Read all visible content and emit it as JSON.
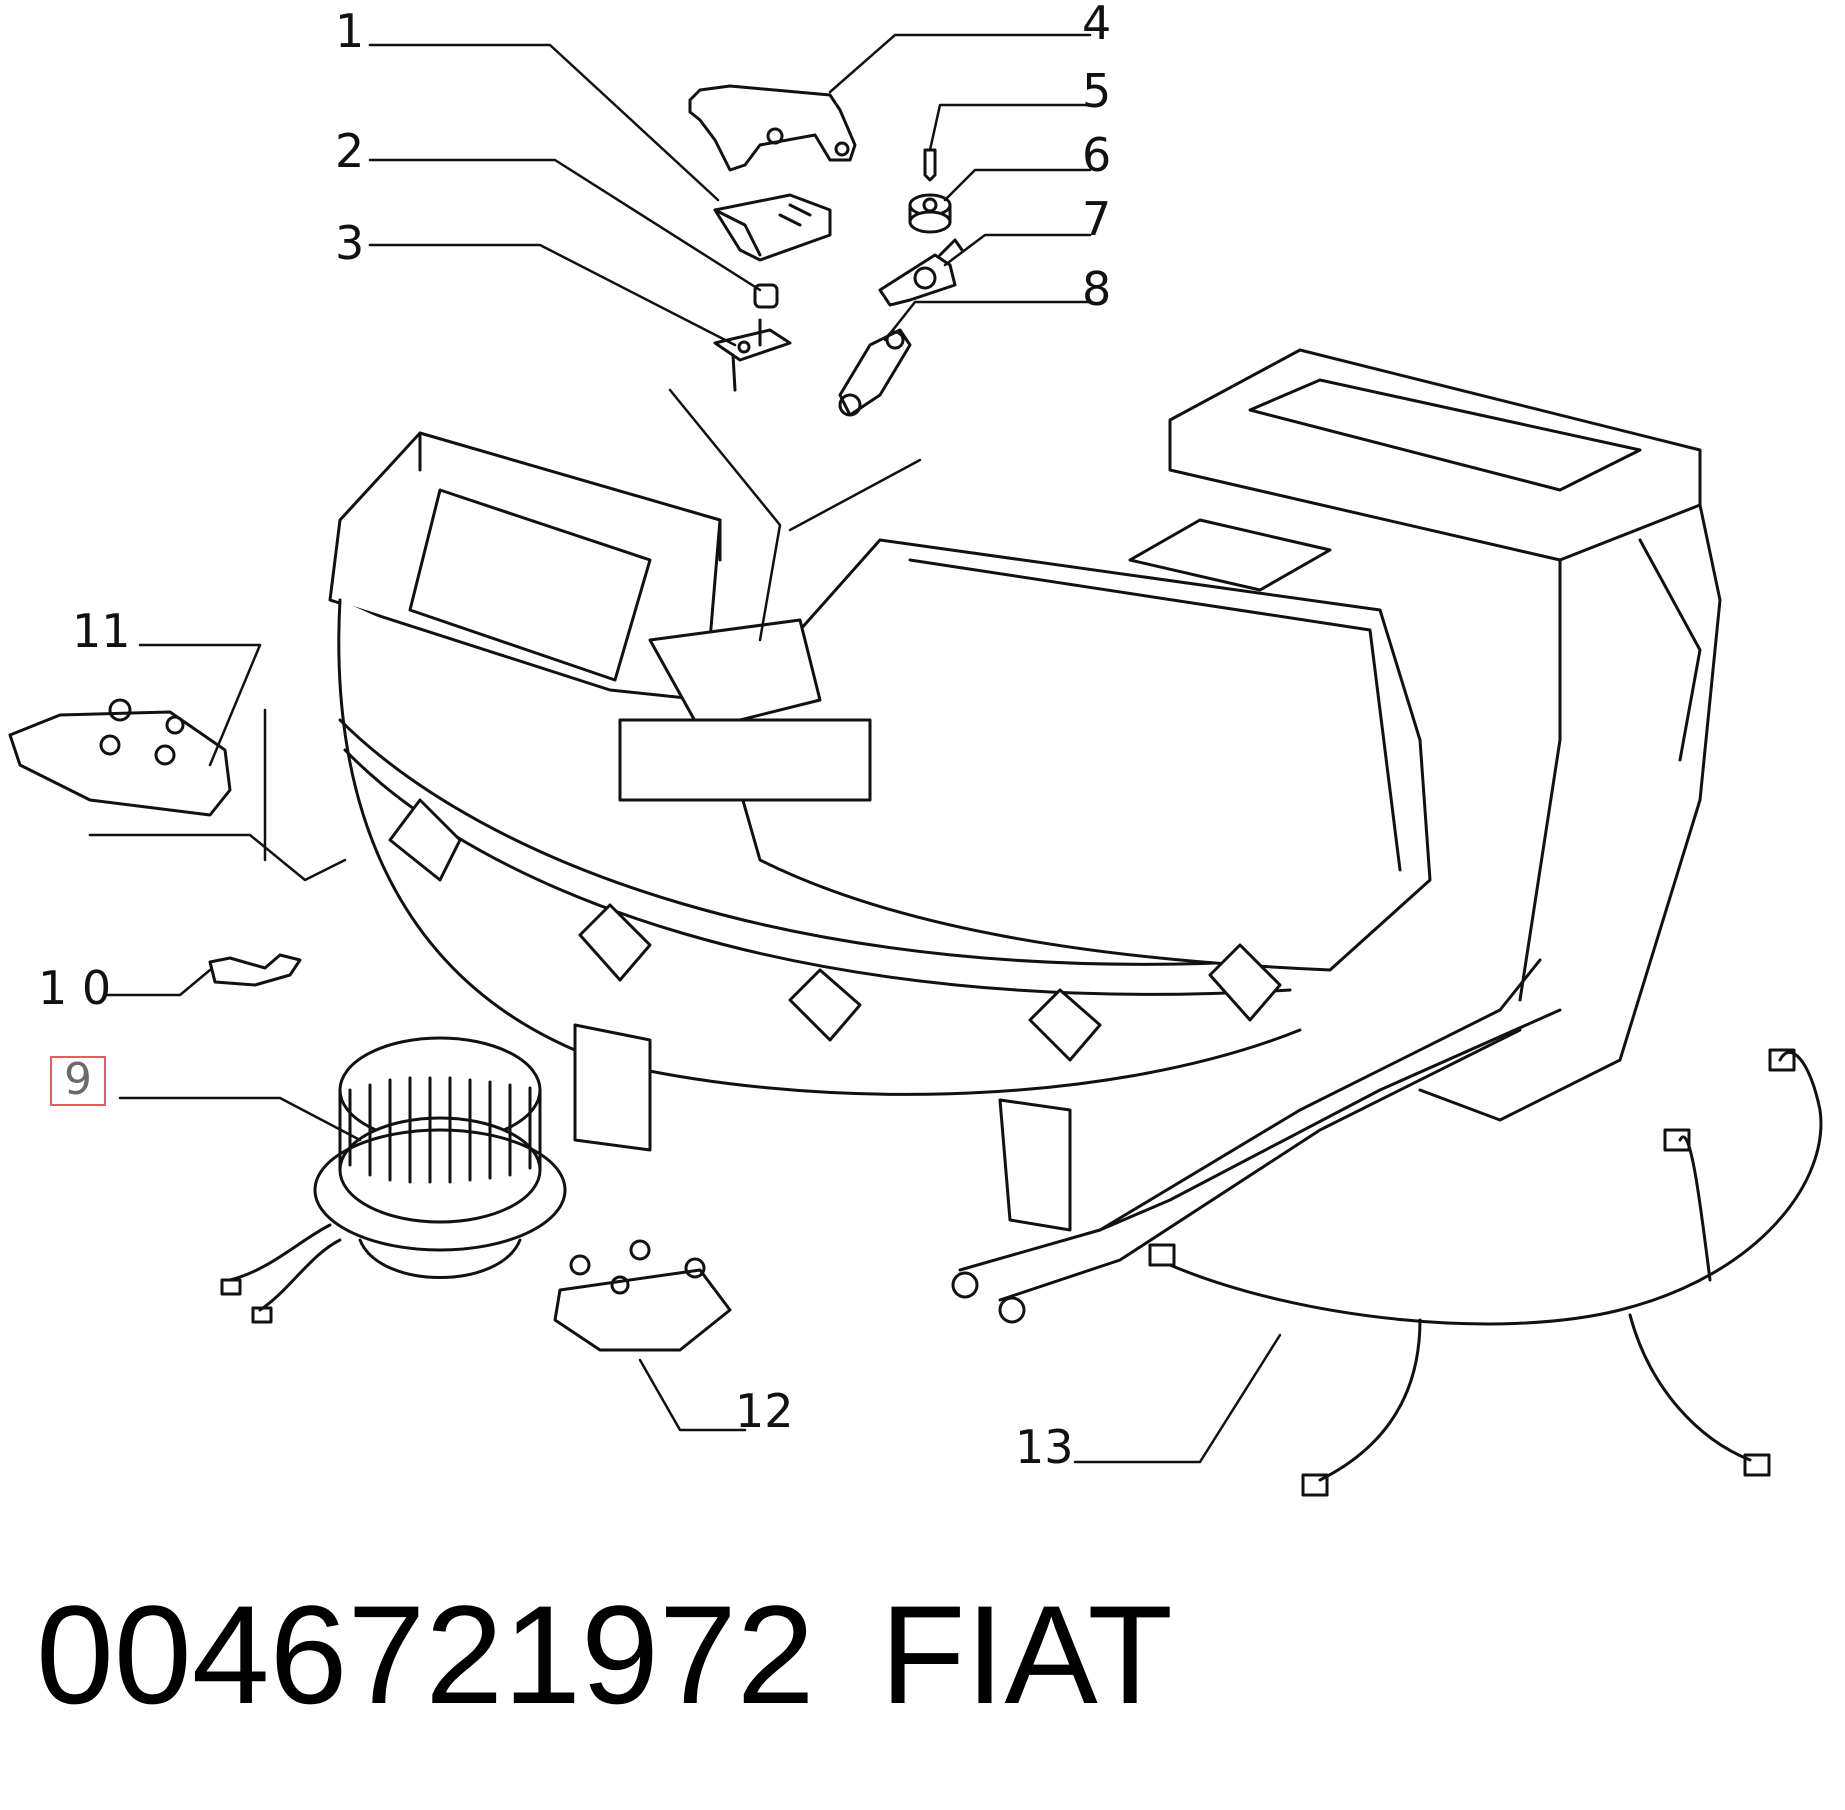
{
  "callouts": [
    {
      "id": "c1",
      "text": "1"
    },
    {
      "id": "c2",
      "text": "2"
    },
    {
      "id": "c3",
      "text": "3"
    },
    {
      "id": "c4",
      "text": "4"
    },
    {
      "id": "c5",
      "text": "5"
    },
    {
      "id": "c6",
      "text": "6"
    },
    {
      "id": "c7",
      "text": "7"
    },
    {
      "id": "c8",
      "text": "8"
    },
    {
      "id": "c9",
      "text": "9",
      "highlighted": true
    },
    {
      "id": "c10",
      "text": "1 0"
    },
    {
      "id": "c11",
      "text": "11"
    },
    {
      "id": "c12",
      "text": "12"
    },
    {
      "id": "c13",
      "text": "13"
    }
  ],
  "footer": {
    "part_number": "0046721972",
    "brand": "FIAT"
  },
  "colors": {
    "line": "#111111",
    "highlight_border": "#e06060"
  }
}
